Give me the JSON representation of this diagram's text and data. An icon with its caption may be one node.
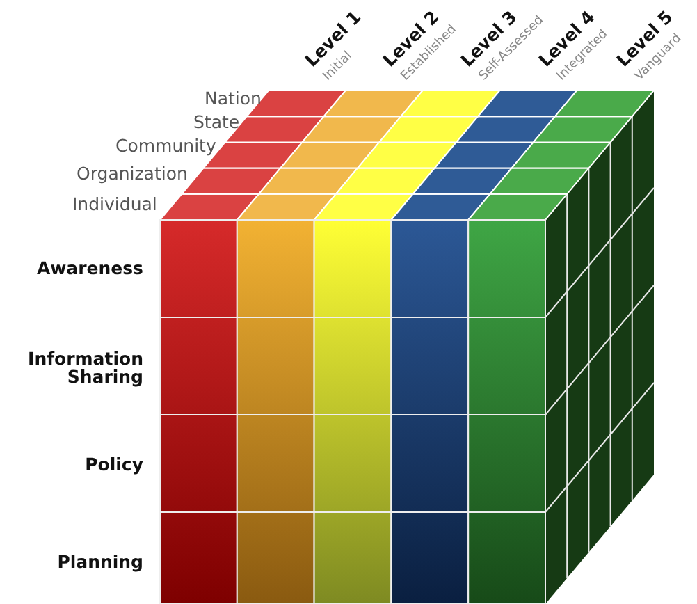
{
  "diagram": {
    "labels": [
      "Level 1",
      "Initial",
      "Level 2",
      "Established",
      "Level 3",
      "Self-Assessed",
      "Level 4",
      "Integrated",
      "Level 5",
      "Vanguard",
      "Nation",
      "State",
      "Community",
      "Organization",
      "Individual",
      "Awareness",
      "Information Sharing",
      "Policy",
      "Planning"
    ]
  }
}
